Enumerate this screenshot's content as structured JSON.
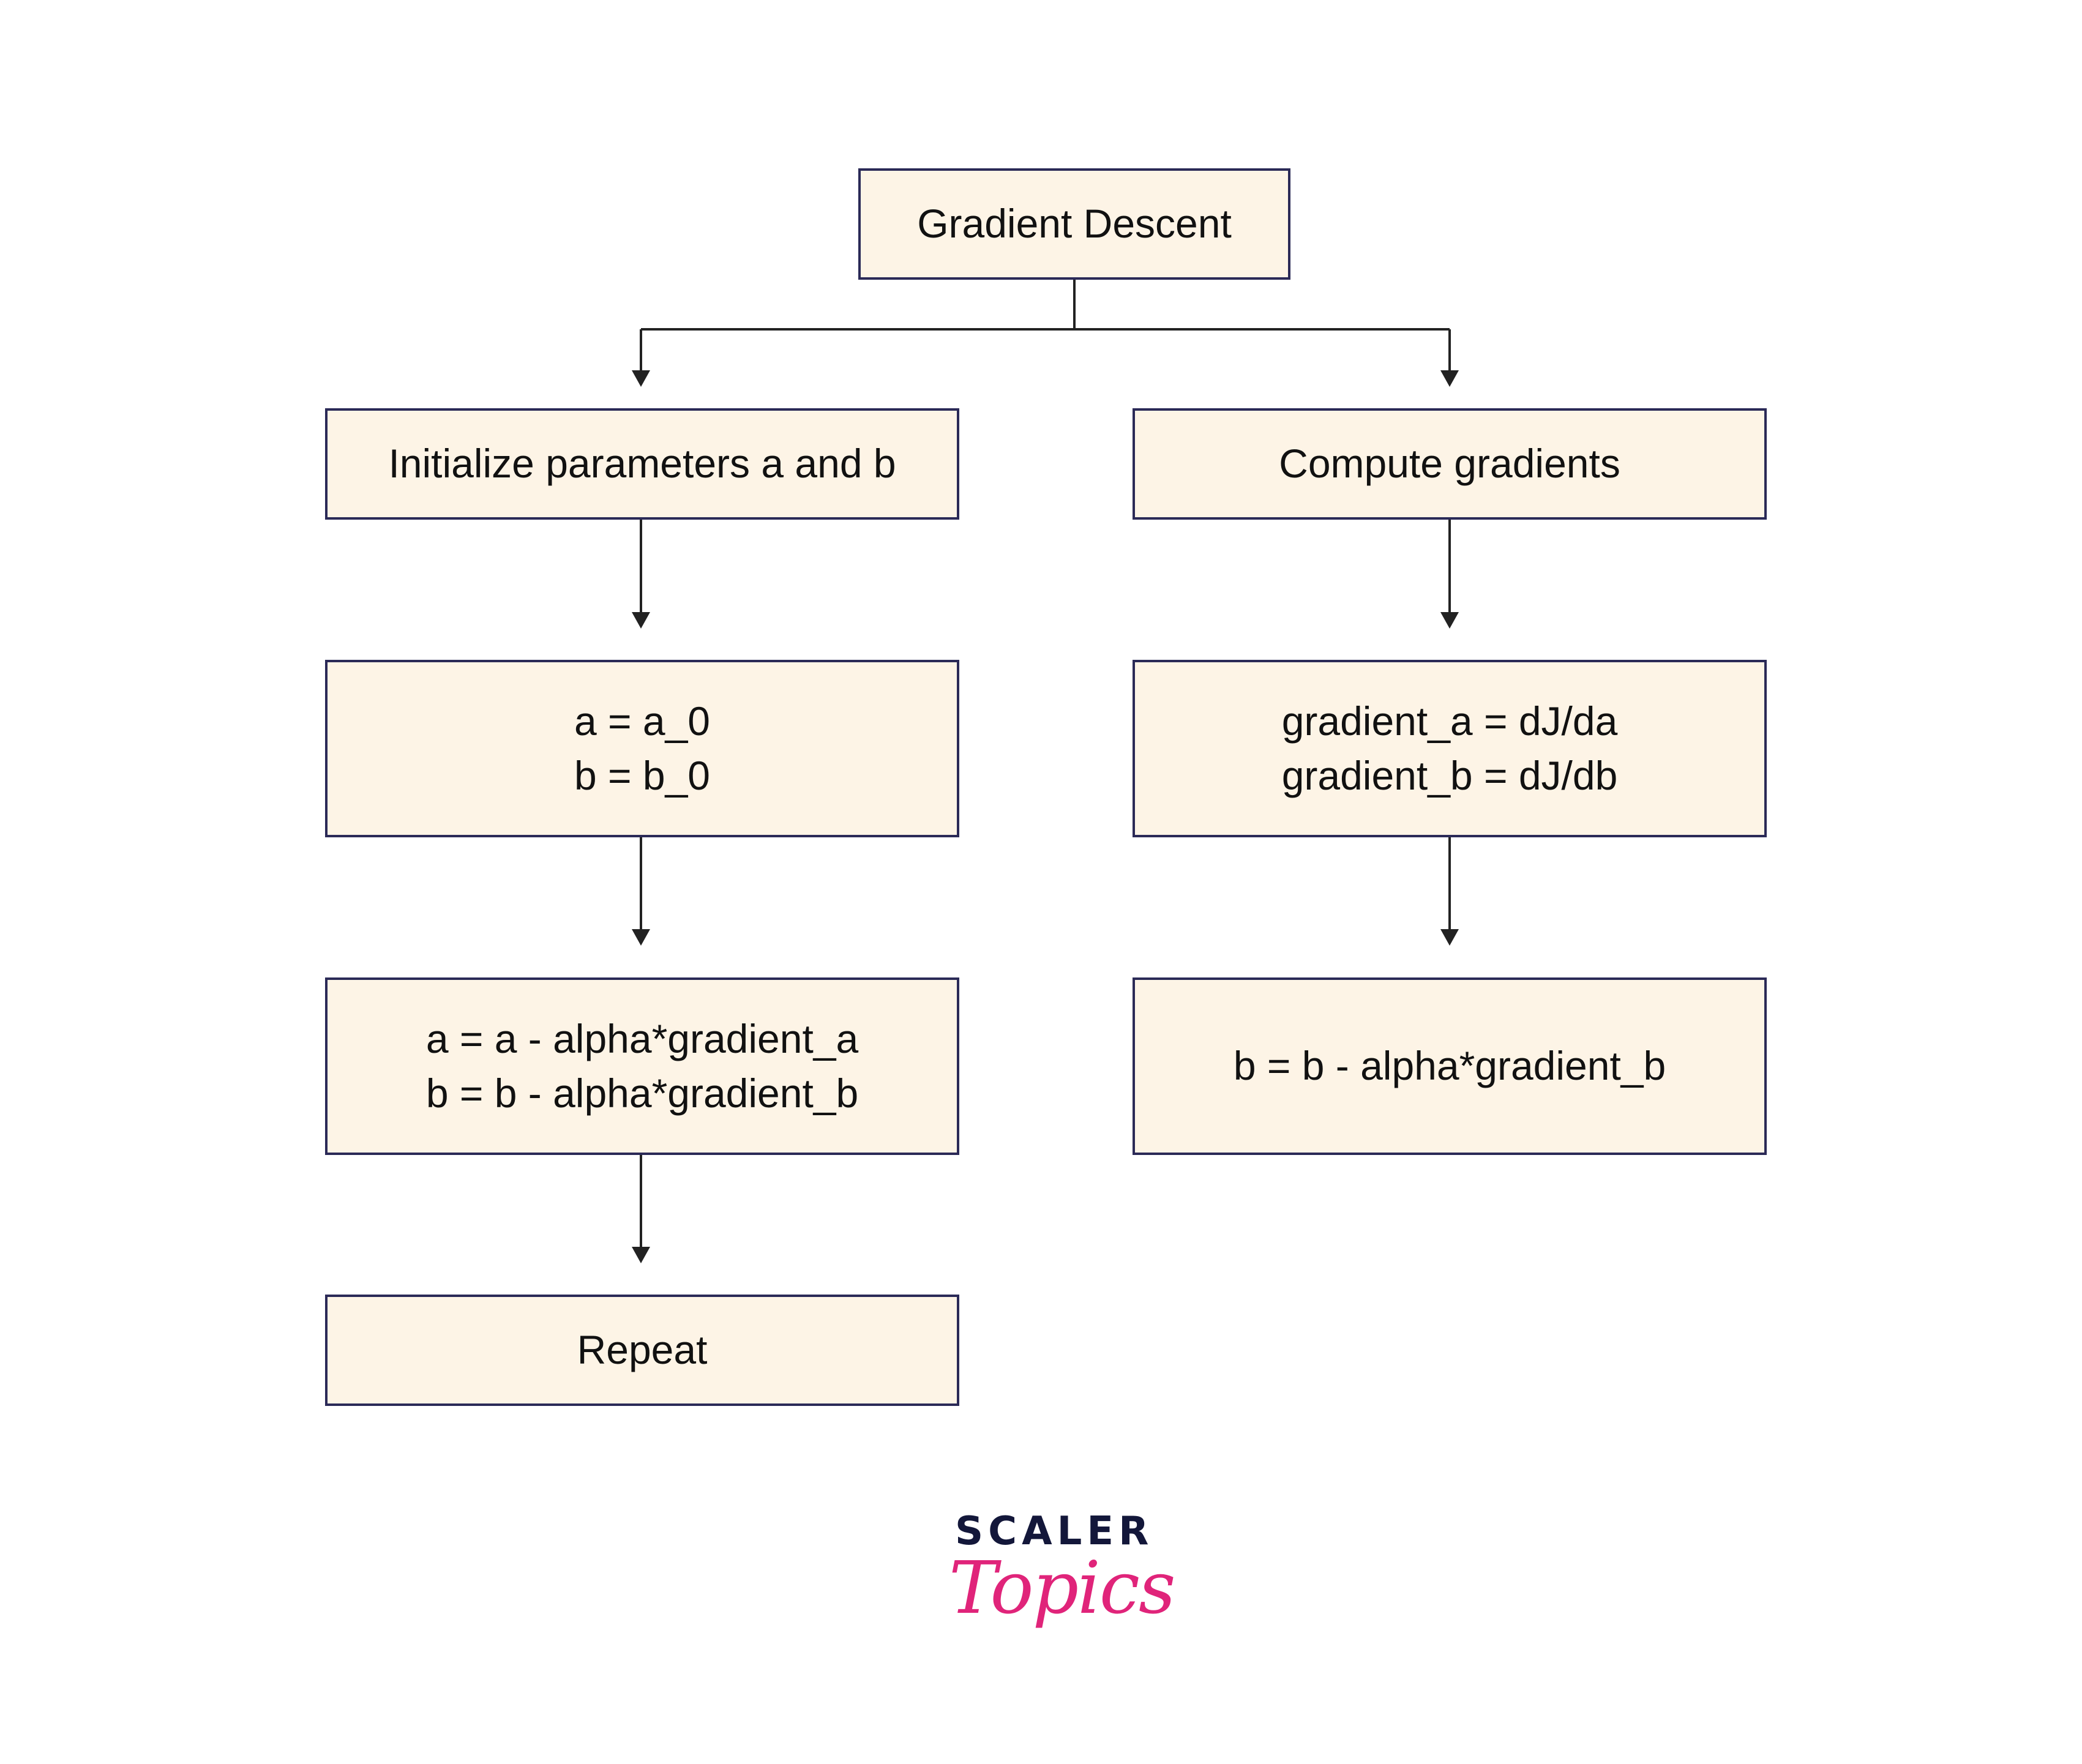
{
  "nodes": {
    "gradient_descent": "Gradient Descent",
    "initialize": "Initialize parameters a and b",
    "compute": "Compute gradients",
    "assign": [
      "a = a_0",
      "b = b_0"
    ],
    "gradients": [
      "gradient_a = dJ/da",
      "gradient_b = dJ/db"
    ],
    "update": [
      "a = a - alpha*gradient_a",
      "b = b - alpha*gradient_b"
    ],
    "update_b": "b = b - alpha*gradient_b",
    "repeat": "Repeat"
  },
  "logo": {
    "top": "SCALER",
    "bottom": "Topics"
  },
  "colors": {
    "box_fill": "#fdf4e6",
    "box_border": "#2b2a57",
    "arrow": "#222222",
    "logo_dark": "#13173a",
    "logo_pink": "#e0247a"
  }
}
